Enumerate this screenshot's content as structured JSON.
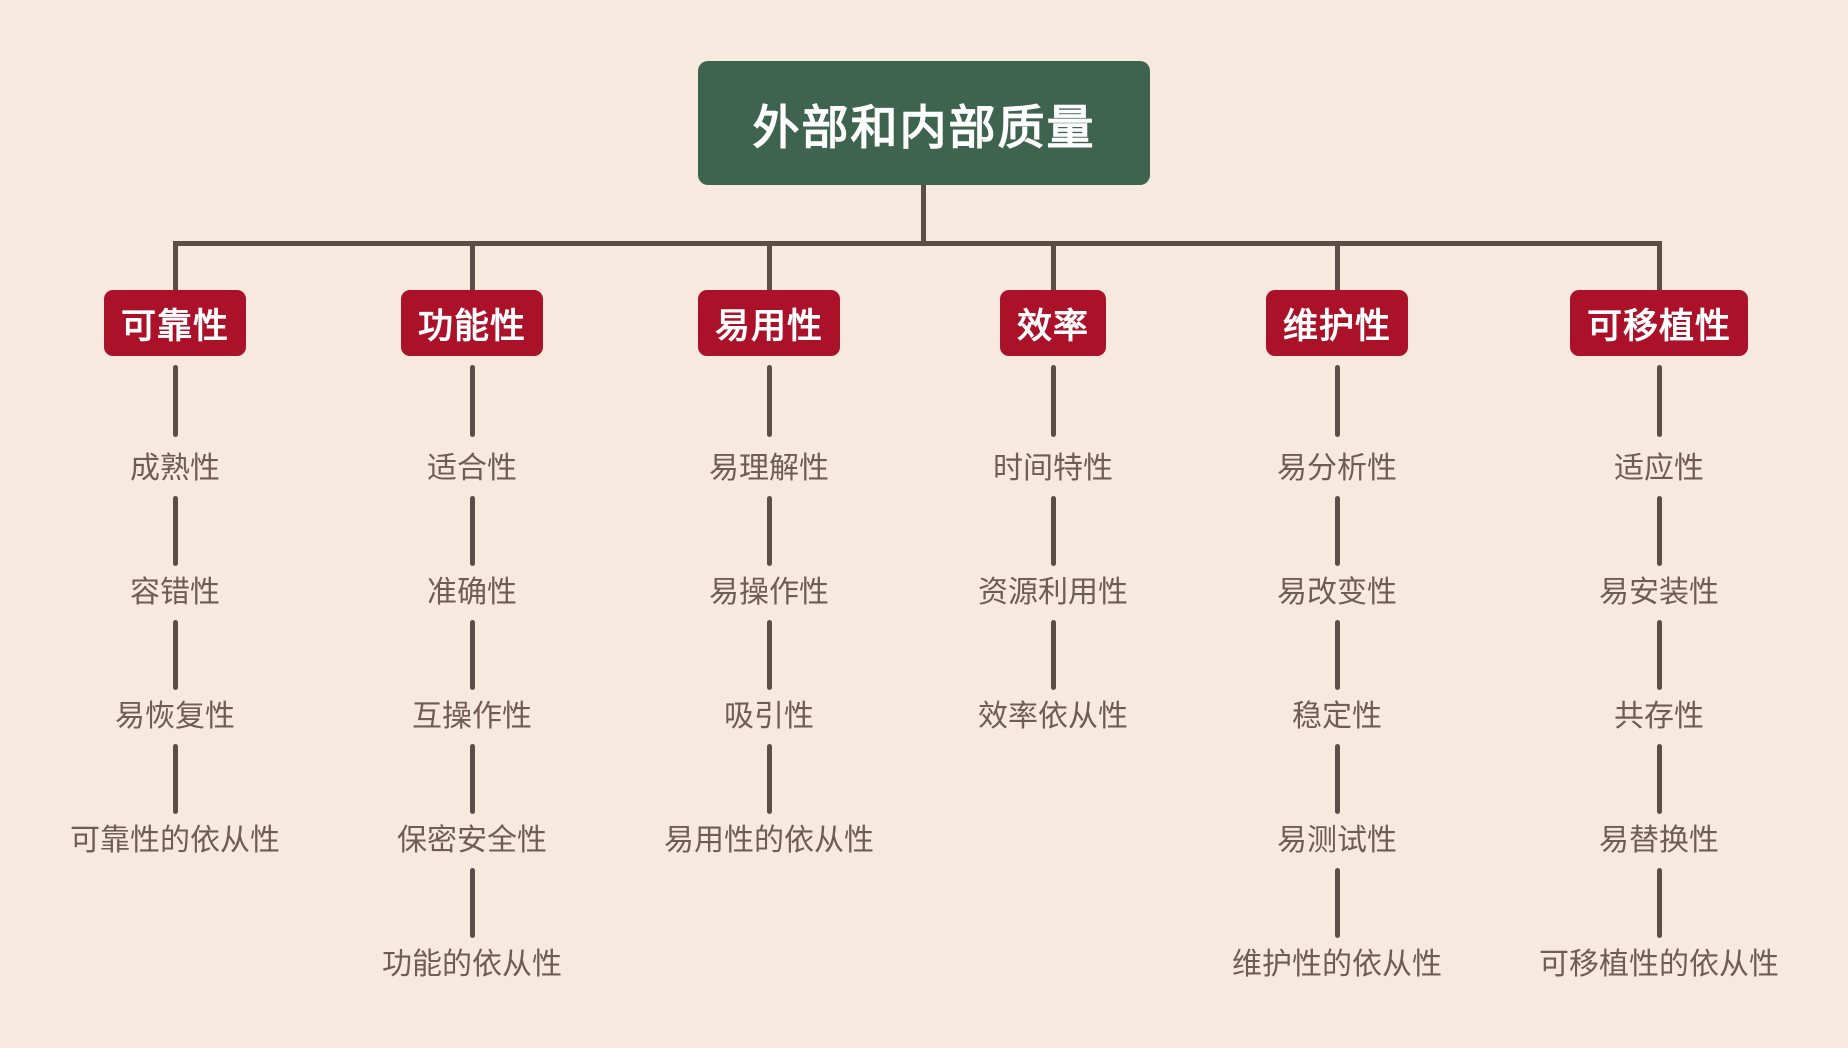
{
  "page": {
    "background_color": "#f8e9df",
    "connector_color": "#5c4e46",
    "item_text_color": "#6e5c55"
  },
  "root": {
    "label": "外部和内部质量",
    "fill_color": "#3e644f",
    "text_color": "#ffffff"
  },
  "branch_style": {
    "fill_color": "#ab1128",
    "text_color": "#ffffff"
  },
  "branches": [
    {
      "label": "可靠性",
      "items": [
        "成熟性",
        "容错性",
        "易恢复性",
        "可靠性的依从性"
      ]
    },
    {
      "label": "功能性",
      "items": [
        "适合性",
        "准确性",
        "互操作性",
        "保密安全性",
        "功能的依从性"
      ]
    },
    {
      "label": "易用性",
      "items": [
        "易理解性",
        "易操作性",
        "吸引性",
        "易用性的依从性"
      ]
    },
    {
      "label": "效率",
      "items": [
        "时间特性",
        "资源利用性",
        "效率依从性"
      ]
    },
    {
      "label": "维护性",
      "items": [
        "易分析性",
        "易改变性",
        "稳定性",
        "易测试性",
        "维护性的依从性"
      ]
    },
    {
      "label": "可移植性",
      "items": [
        "适应性",
        "易安装性",
        "共存性",
        "易替换性",
        "可移植性的依从性"
      ]
    }
  ]
}
